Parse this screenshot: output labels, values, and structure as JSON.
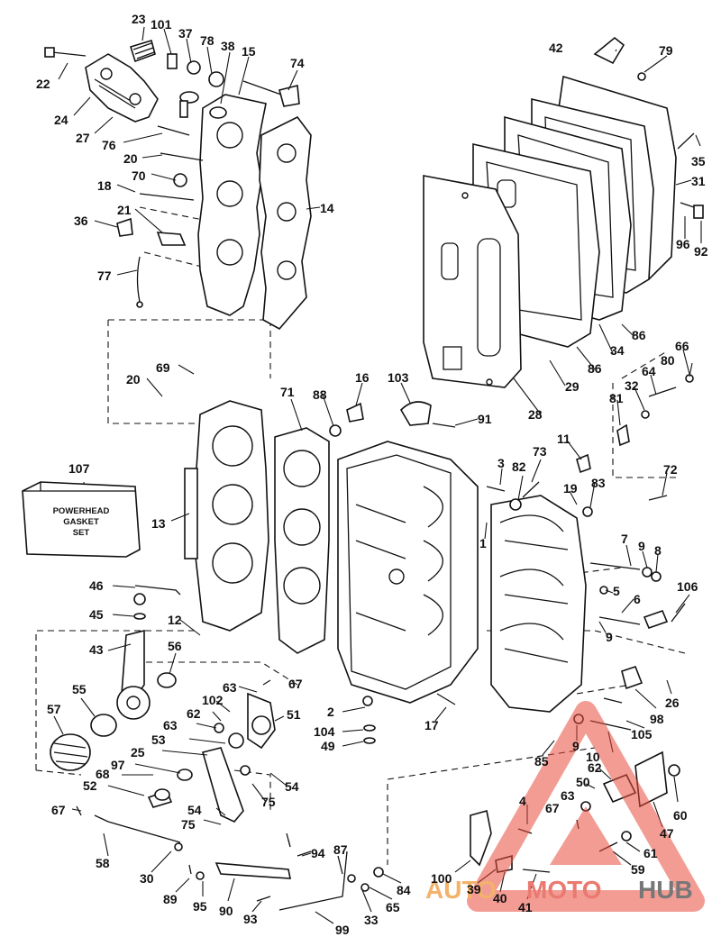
{
  "gasket_box": {
    "line1": "POWERHEAD",
    "line2": "GASKET",
    "line3": "SET"
  },
  "watermark": {
    "part1": "AUTO",
    "part2": "MOTO",
    "part3": "HUB",
    "colors": {
      "auto": "#f3b26b",
      "moto": "#ea7a70",
      "hub": "#777777",
      "triangle": "#e84a3c"
    }
  },
  "callouts": [
    "23",
    "101",
    "37",
    "78",
    "38",
    "15",
    "74",
    "42",
    "79",
    "22",
    "24",
    "27",
    "76",
    "20",
    "70",
    "18",
    "21",
    "36",
    "77",
    "14",
    "35",
    "31",
    "96",
    "92",
    "69",
    "20",
    "71",
    "88",
    "16",
    "103",
    "91",
    "66",
    "80",
    "64",
    "32",
    "81",
    "86",
    "34",
    "86",
    "29",
    "28",
    "107",
    "11",
    "3",
    "82",
    "73",
    "19",
    "83",
    "72",
    "13",
    "1",
    "7",
    "9",
    "8",
    "46",
    "45",
    "5",
    "6",
    "106",
    "12",
    "43",
    "56",
    "9",
    "63",
    "67",
    "55",
    "102",
    "62",
    "51",
    "57",
    "63",
    "53",
    "25",
    "97",
    "2",
    "104",
    "49",
    "17",
    "26",
    "98",
    "105",
    "85",
    "9",
    "10",
    "62",
    "68",
    "52",
    "54",
    "75",
    "50",
    "63",
    "67",
    "54",
    "75",
    "60",
    "47",
    "67",
    "58",
    "94",
    "87",
    "30",
    "4",
    "61",
    "100",
    "59",
    "39",
    "40",
    "41",
    "89",
    "95",
    "90",
    "93",
    "33",
    "65",
    "84",
    "99"
  ]
}
